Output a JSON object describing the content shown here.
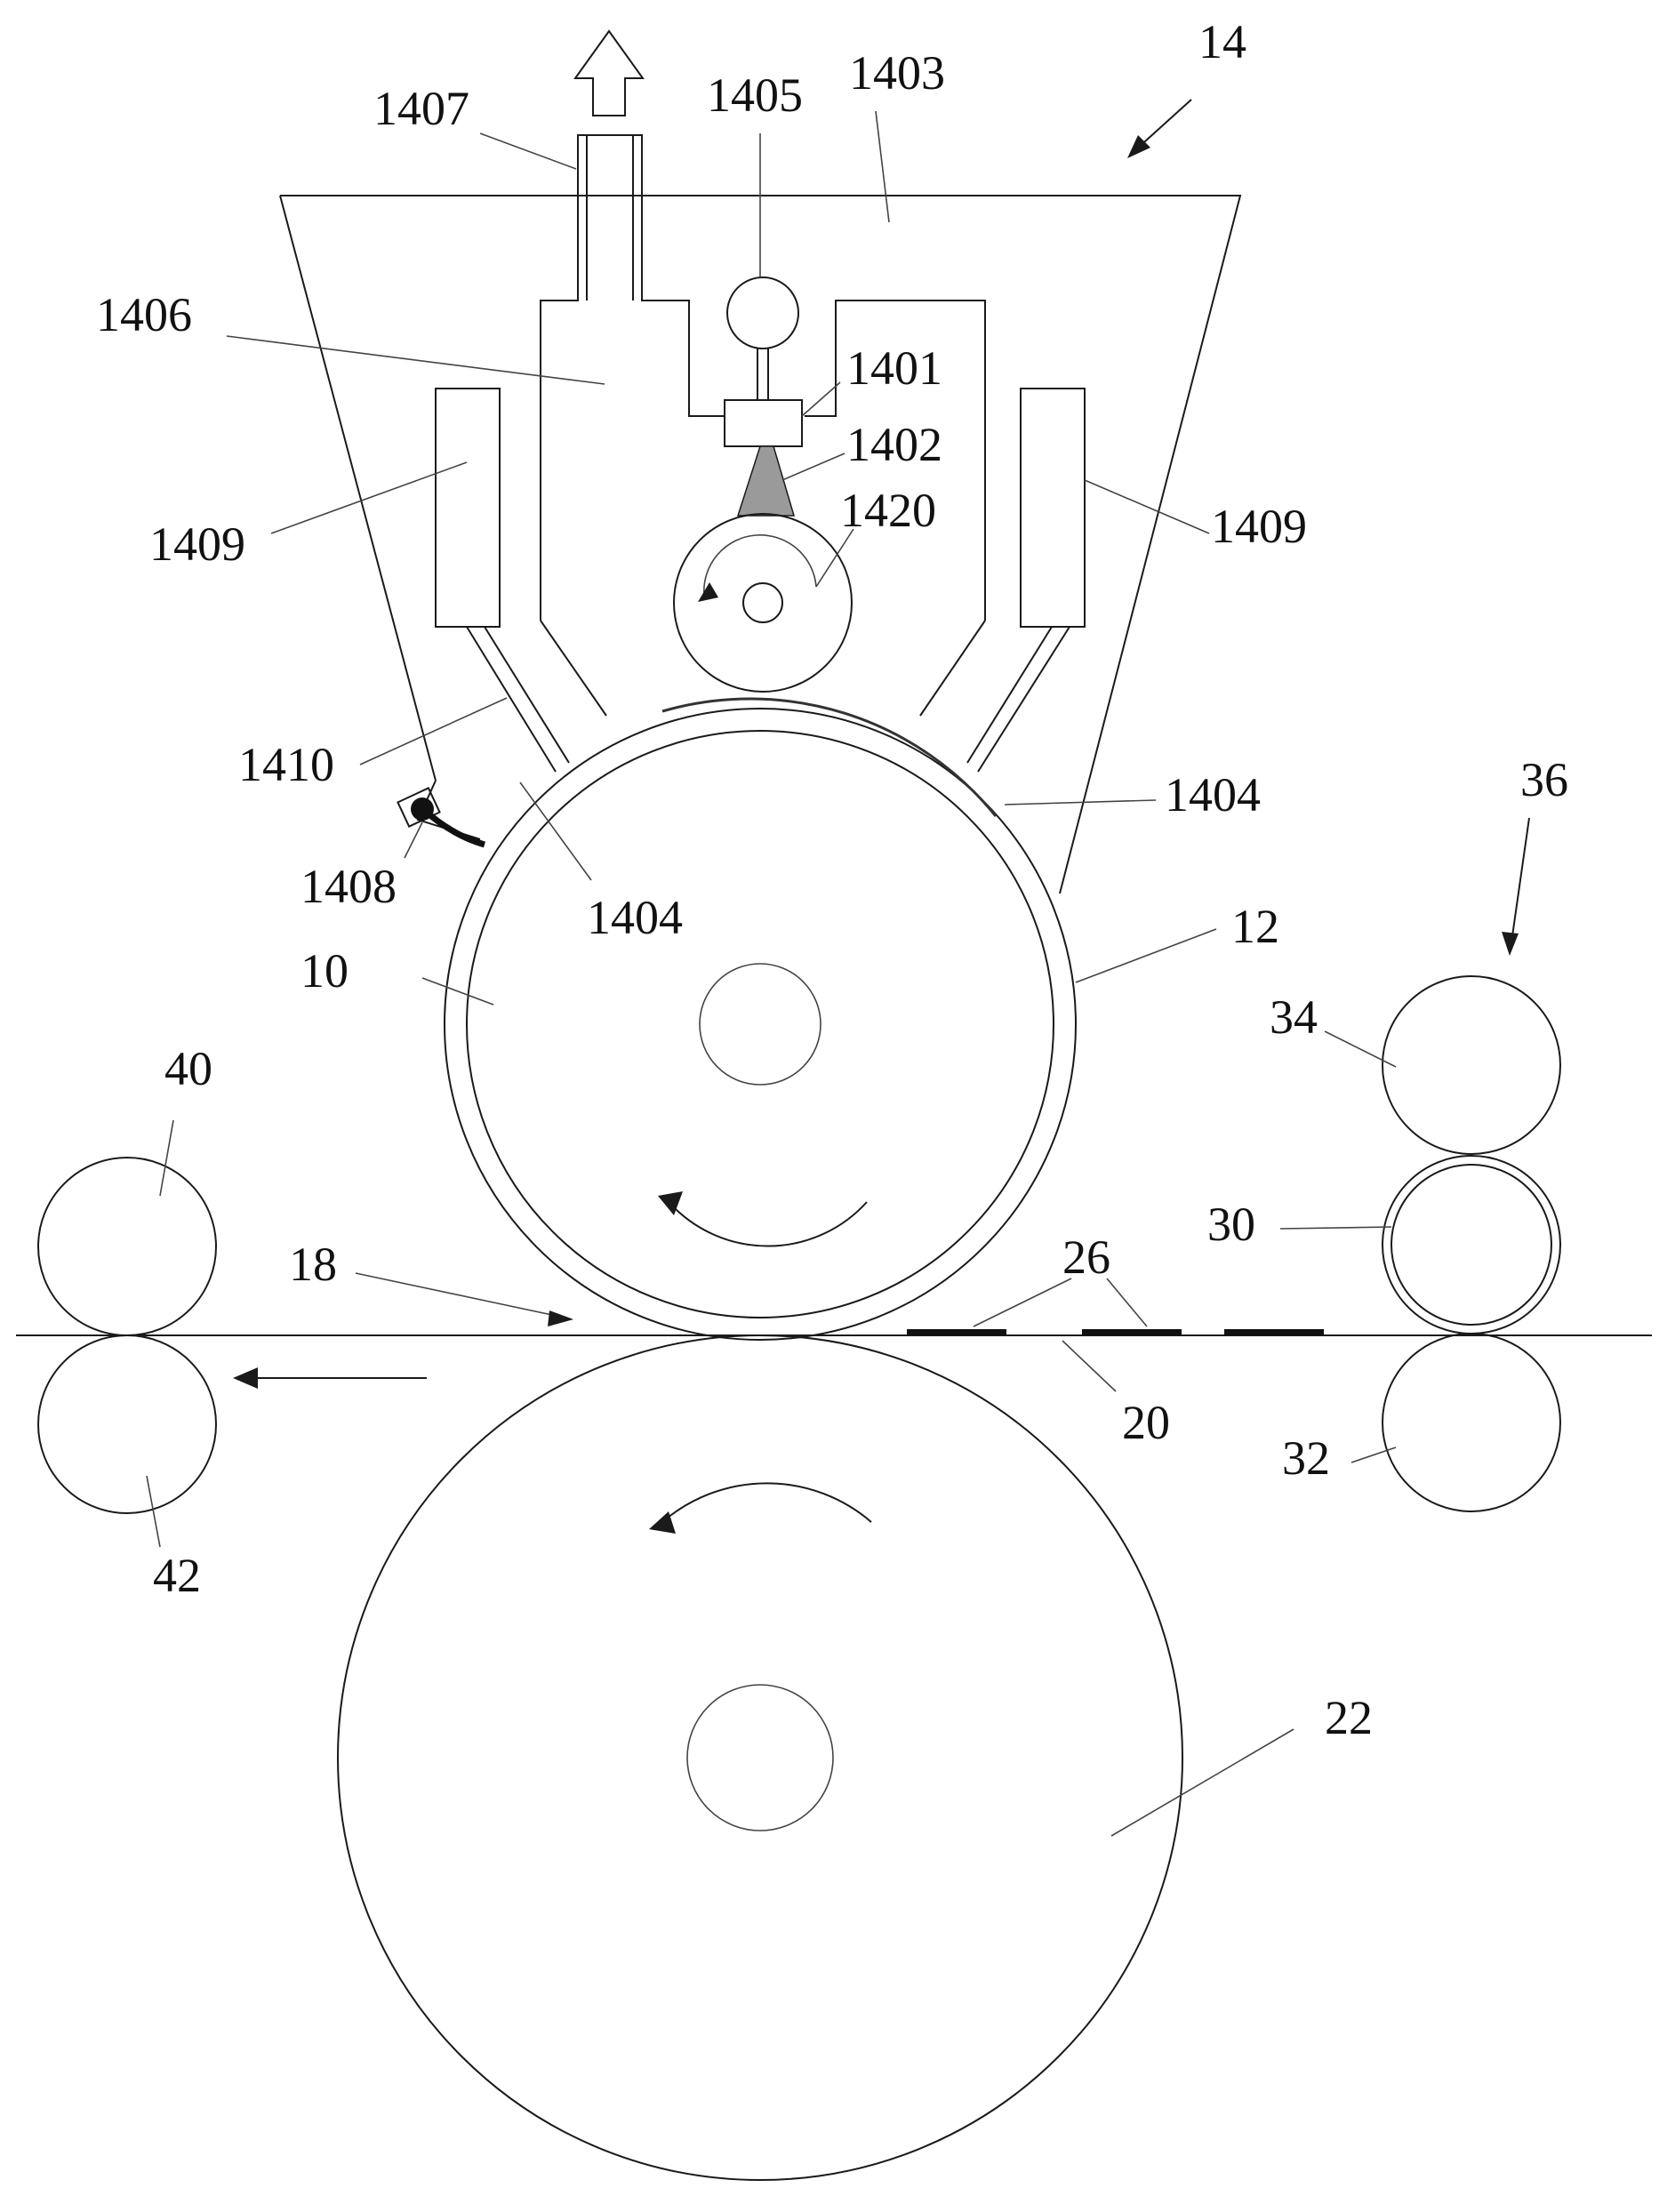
{
  "colors": {
    "stroke": "#1a1a1a",
    "spray": "#9a9a9a",
    "nozzle_dot": "#111111",
    "background": "#ffffff"
  },
  "labels": {
    "l14": "14",
    "l1407": "1407",
    "l1405": "1405",
    "l1403": "1403",
    "l1406": "1406",
    "l1401": "1401",
    "l1402": "1402",
    "l1420": "1420",
    "l1409_left": "1409",
    "l1409_right": "1409",
    "l1410": "1410",
    "l1404_right": "1404",
    "l1408": "1408",
    "l1404_inner": "1404",
    "l36": "36",
    "l12": "12",
    "l10": "10",
    "l34": "34",
    "l40": "40",
    "l30": "30",
    "l18": "18",
    "l26": "26",
    "l20": "20",
    "l32": "32",
    "l42": "42",
    "l22": "22"
  }
}
